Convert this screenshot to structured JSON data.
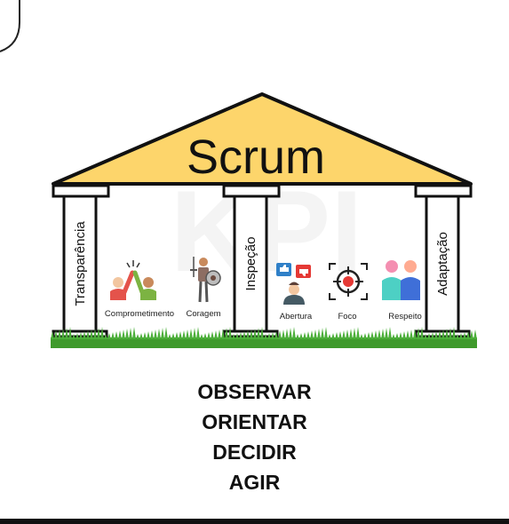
{
  "diagram": {
    "title": "Scrum",
    "pillars": [
      {
        "label": "Transparência"
      },
      {
        "label": "Inspeção"
      },
      {
        "label": "Adaptação"
      }
    ],
    "values": [
      {
        "label": "Comprometimento",
        "icon": "high-five-icon"
      },
      {
        "label": "Coragem",
        "icon": "knight-shield-icon"
      },
      {
        "label": "Abertura",
        "icon": "feedback-icon"
      },
      {
        "label": "Foco",
        "icon": "target-icon"
      },
      {
        "label": "Respeito",
        "icon": "people-icon"
      }
    ],
    "steps": [
      "OBSERVAR",
      "ORIENTAR",
      "DECIDIR",
      "AGIR"
    ],
    "colors": {
      "roof": "#fdd56b",
      "grass": "#3f9a2c",
      "outline": "#111111"
    }
  }
}
